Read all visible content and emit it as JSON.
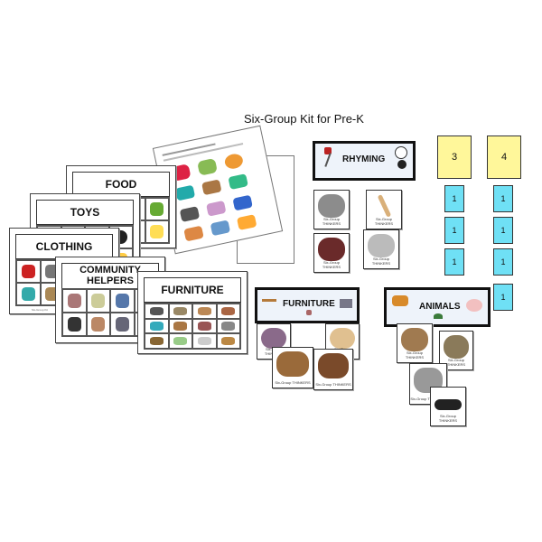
{
  "page": {
    "title": "Six-Group Kit for Pre-K"
  },
  "sheets": {
    "food": "FOOD",
    "toys": "TOYS",
    "clothing": "CLOTHING",
    "community": "COMMUNITY HELPERS",
    "furniture": "FURNITURE",
    "fine_print": "Six-Group Kit"
  },
  "headers": {
    "rhyming": "RHYMING",
    "furniture": "FURNITURE",
    "animals": "ANIMALS"
  },
  "card_caption": "Six-Group THINKERS",
  "number_cards": {
    "yellow": [
      "3",
      "4"
    ],
    "blue_left": [
      "1",
      "1",
      "1"
    ],
    "blue_right": [
      "1",
      "1",
      "1",
      "1"
    ]
  },
  "colors": {
    "yellow_card": "#fff79a",
    "blue_card": "#6fe0f5",
    "header_bg": "#eef3fa"
  }
}
